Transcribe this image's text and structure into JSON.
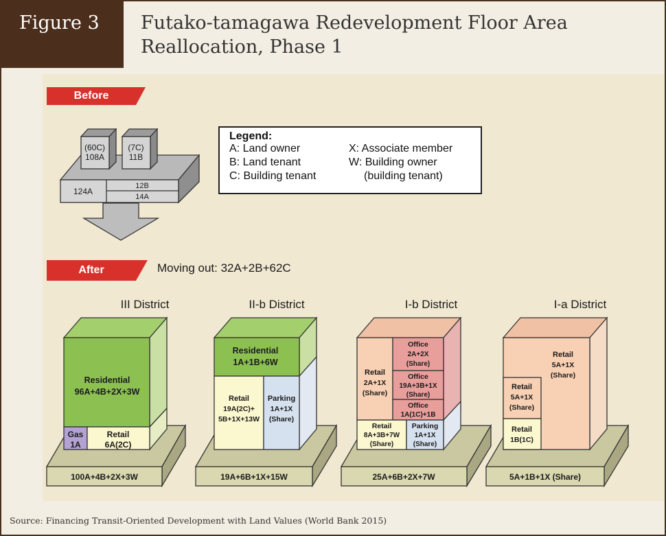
{
  "figure_label": "Figure 3",
  "title_line1": "Futako-tamagawa Redevelopment Floor Area",
  "title_line2": "Reallocation, Phase 1",
  "before_label": "Before",
  "after_label": "After",
  "moving_out": "Moving out: 32A+2B+62C",
  "before_building": {
    "box1_line1": "(60C)",
    "box1_line2": "108A",
    "box2_line1": "(7C)",
    "box2_line2": "11B",
    "base_left": "124A",
    "base_right_top": "12B",
    "base_right_bottom": "14A"
  },
  "legend": {
    "title": "Legend:",
    "a": "A: Land owner",
    "b": "B: Land tenant",
    "c": "C: Building tenant",
    "x": "X: Associate member",
    "w": "W: Building owner",
    "w2": "(building tenant)"
  },
  "districts": [
    {
      "name": "III District",
      "base": "100A+4B+2X+3W",
      "residential": [
        "Residential",
        "96A+4B+2X+3W"
      ],
      "gas": [
        "Gas",
        "1A"
      ],
      "retail": [
        "Retail",
        "6A(2C)"
      ]
    },
    {
      "name": "II-b District",
      "base": "19A+6B+1X+15W",
      "residential": [
        "Residential",
        "1A+1B+6W"
      ],
      "retail": [
        "Retail",
        "19A(2C)+",
        "5B+1X+13W"
      ],
      "parking": [
        "Parking",
        "1A+1X",
        "(Share)"
      ]
    },
    {
      "name": "I-b District",
      "base": "25A+6B+2X+7W",
      "retail_left": [
        "Retail",
        "2A+1X",
        "(Share)"
      ],
      "office1": [
        "Office",
        "2A+2X",
        "(Share)"
      ],
      "office2": [
        "Office",
        "19A+3B+1X",
        "(Share)"
      ],
      "office3": [
        "Office",
        "1A(1C)+1B"
      ],
      "retail_bottom": [
        "Retail",
        "8A+3B+7W",
        "(Share)"
      ],
      "parking": [
        "Parking",
        "1A+1X",
        "(Share)"
      ]
    },
    {
      "name": "I-a District",
      "base": "5A+1B+1X (Share)",
      "retail_main": [
        "Retail",
        "5A+1X",
        "(Share)"
      ],
      "retail_mid": [
        "Retail",
        "5A+1X",
        "(Share)"
      ],
      "retail_low": [
        "Retail",
        "1B(1C)"
      ]
    }
  ],
  "source": "Source: Financing Transit-Oriented Development with Land Values (World Bank 2015)",
  "colors": {
    "frame": "#4b2e1c",
    "panel": "#f1e8d2",
    "tab_red": "#d8312b",
    "residential_green": "#8cc152",
    "retail_cream": "#fbf7cf",
    "parking_blue": "#d6e1ef",
    "gas_purple": "#b3a2d3",
    "office_pink": "#e89e9b",
    "retail_peach": "#f8d0b4",
    "base_khaki": "#d9d8b0"
  }
}
